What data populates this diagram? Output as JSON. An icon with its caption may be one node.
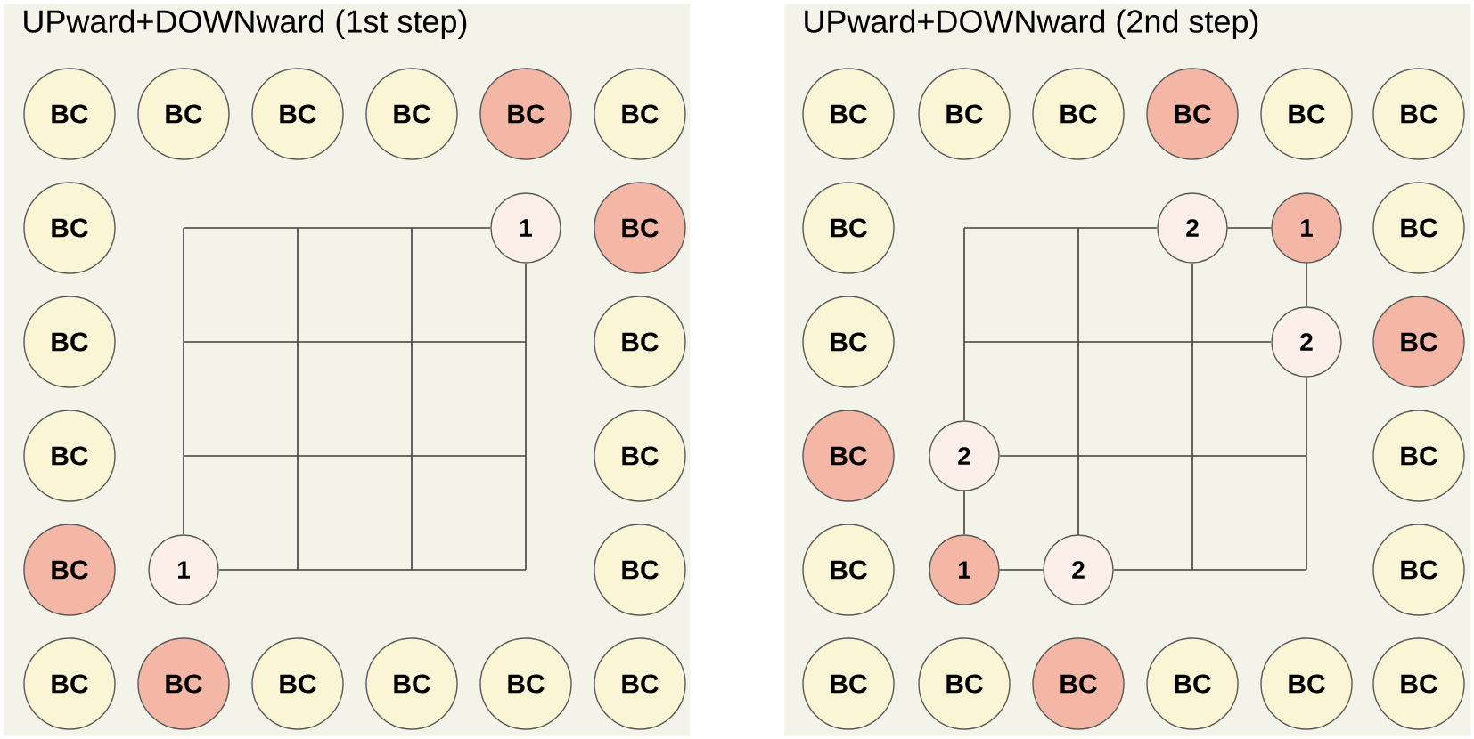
{
  "diagram": {
    "nodes": [
      {
        "text": [
          "UPward+DOWNward (1st step)"
        ]
      },
      {
        "text": [
          "BC"
        ],
        "in": 0
      },
      {
        "text": [
          "BC"
        ],
        "in": 0
      },
      {
        "text": [
          "BC"
        ],
        "in": 0
      },
      {
        "text": [
          "BC"
        ],
        "in": 0
      },
      {
        "text": [
          "BC"
        ],
        "in": 0
      },
      {
        "text": [
          "BC"
        ],
        "in": 0
      },
      {
        "text": [
          "BC"
        ],
        "in": 0
      },
      {
        "text": [
          "1"
        ],
        "in": 0
      },
      {
        "text": [
          "BC"
        ],
        "in": 0
      },
      {
        "text": [
          "BC"
        ],
        "in": 0
      },
      {
        "text": [
          "BC"
        ],
        "in": 0
      },
      {
        "text": [
          "BC"
        ],
        "in": 0
      },
      {
        "text": [
          "BC"
        ],
        "in": 0
      },
      {
        "text": [
          "BC"
        ],
        "in": 0
      },
      {
        "text": [
          "1"
        ],
        "in": 0
      },
      {
        "text": [
          "BC"
        ],
        "in": 0
      },
      {
        "text": [
          "BC"
        ],
        "in": 0
      },
      {
        "text": [
          "BC"
        ],
        "in": 0
      },
      {
        "text": [
          "BC"
        ],
        "in": 0
      },
      {
        "text": [
          "BC"
        ],
        "in": 0
      },
      {
        "text": [
          "BC"
        ],
        "in": 0
      },
      {
        "text": [
          "BC"
        ],
        "in": 0
      },
      {
        "text": [
          "UPward+DOWNward (2nd step)"
        ]
      },
      {
        "text": [
          "BC"
        ],
        "in": 23
      },
      {
        "text": [
          "BC"
        ],
        "in": 23
      },
      {
        "text": [
          "BC"
        ],
        "in": 23
      },
      {
        "text": [
          "BC"
        ],
        "in": 23
      },
      {
        "text": [
          "BC"
        ],
        "in": 23
      },
      {
        "text": [
          "BC"
        ],
        "in": 23
      },
      {
        "text": [
          "BC"
        ],
        "in": 23
      },
      {
        "text": [
          "2"
        ],
        "in": 23
      },
      {
        "text": [
          "1"
        ],
        "in": 23
      },
      {
        "text": [
          "BC"
        ],
        "in": 23
      },
      {
        "text": [
          "BC"
        ],
        "in": 23
      },
      {
        "text": [
          "2"
        ],
        "in": 23
      },
      {
        "text": [
          "BC"
        ],
        "in": 23
      },
      {
        "text": [
          "BC"
        ],
        "in": 23
      },
      {
        "text": [
          "2"
        ],
        "in": 23
      },
      {
        "text": [
          "BC"
        ],
        "in": 23
      },
      {
        "text": [
          "BC"
        ],
        "in": 23
      },
      {
        "text": [
          "1"
        ],
        "in": 23
      },
      {
        "text": [
          "2"
        ],
        "in": 23
      },
      {
        "text": [
          "BC"
        ],
        "in": 23
      },
      {
        "text": [
          "BC"
        ],
        "in": 23
      },
      {
        "text": [
          "BC"
        ],
        "in": 23
      },
      {
        "text": [
          "BC"
        ],
        "in": 23
      },
      {
        "text": [
          "BC"
        ],
        "in": 23
      },
      {
        "text": [
          "BC"
        ],
        "in": 23
      },
      {
        "text": [
          "BC"
        ],
        "in": 23
      }
    ],
    "edges": [
      {
        "from": 31,
        "to": 32,
        "arrow": "none"
      },
      {
        "from": 32,
        "to": 35,
        "arrow": "none"
      },
      {
        "from": 38,
        "to": 41,
        "arrow": "none"
      },
      {
        "from": 41,
        "to": 42,
        "arrow": "none"
      }
    ]
  }
}
